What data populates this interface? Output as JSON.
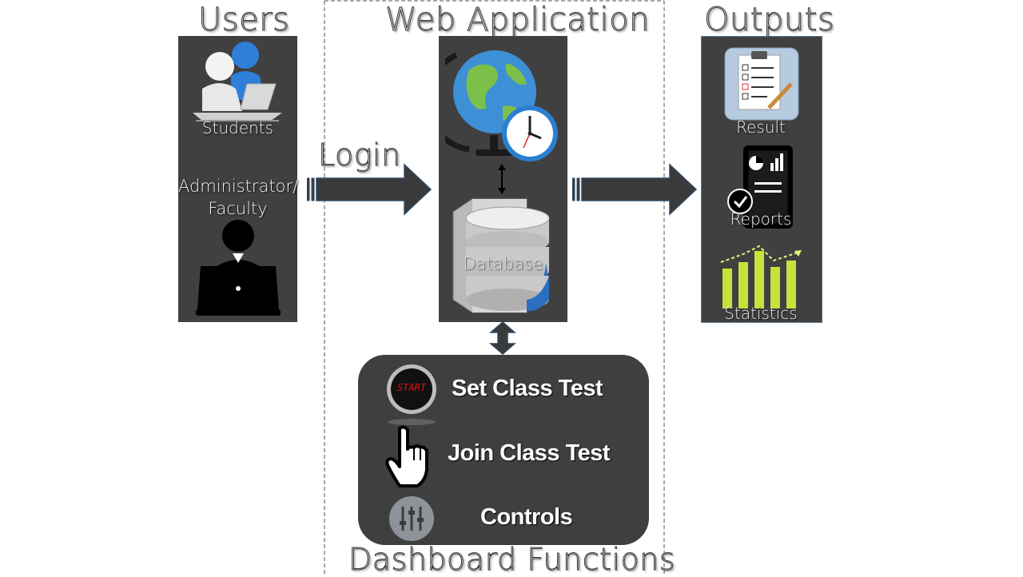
{
  "headings": {
    "users": "Users",
    "web_application": "Web Application",
    "outputs": "Outputs",
    "dashboard_functions": "Dashboard Functions"
  },
  "users": {
    "students_label": "Students",
    "admin_label_line1": "Administrator/",
    "admin_label_line2": "Faculty"
  },
  "flow": {
    "login_label": "Login"
  },
  "web_app": {
    "database_label": "Database",
    "icons": [
      "globe-icon",
      "clock-icon",
      "database-icon"
    ]
  },
  "outputs": {
    "result_label": "Result",
    "reports_label": "Reports",
    "statistics_label": "Statistics"
  },
  "dashboard": {
    "set_class_test": "Set Class Test",
    "start_badge": "START",
    "join_class_test": "Join Class Test",
    "controls": "Controls"
  },
  "colors": {
    "panel": "#404040",
    "arrow": "#3a3a3a",
    "arrow_stroke": "#2e4a66",
    "chart_bars": "#c8e03a"
  }
}
